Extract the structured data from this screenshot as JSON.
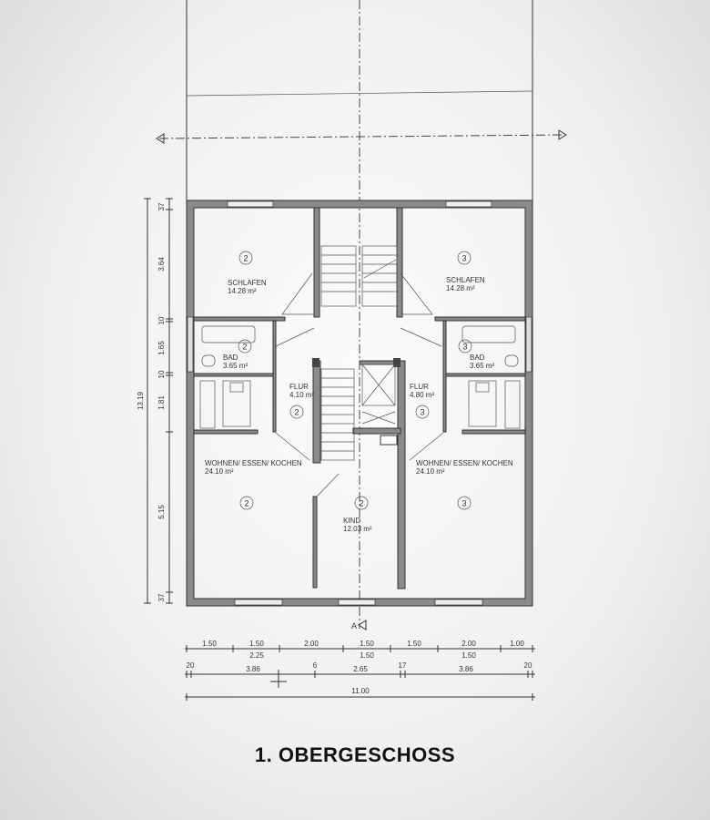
{
  "title": "1. OBERGESCHOSS",
  "section_marker": "A",
  "rooms": {
    "left_bedroom": {
      "unit": "2",
      "name": "SCHLAFEN",
      "area": "14.28 m²"
    },
    "right_bedroom": {
      "unit": "3",
      "name": "SCHLAFEN",
      "area": "14.28 m²"
    },
    "left_bath": {
      "unit": "2",
      "name": "BAD",
      "area": "3.65 m²"
    },
    "right_bath": {
      "unit": "3",
      "name": "BAD",
      "area": "3.65 m²"
    },
    "left_hall": {
      "unit": "2",
      "name": "FLUR",
      "area": "4.10 m²"
    },
    "right_hall": {
      "unit": "3",
      "name": "FLUR",
      "area": "4.80 m²"
    },
    "left_living": {
      "unit": "2",
      "name": "WOHNEN/ ESSEN/ KOCHEN",
      "area": "24.10 m²"
    },
    "right_living": {
      "unit": "3",
      "name": "WOHNEN/ ESSEN/ KOCHEN",
      "area": "24.10 m²"
    },
    "child": {
      "unit": "2",
      "name": "KIND",
      "area": "12.03 m²"
    }
  },
  "dimensions": {
    "bottom_row1": [
      "1.50",
      "1.50",
      "2.00",
      "1.50",
      "1.50",
      "2.00",
      "1.00"
    ],
    "bottom_row1_sub": [
      "2.25",
      "1.50",
      "1.50"
    ],
    "bottom_row2": [
      "20",
      "3.86",
      "6",
      "2.65",
      "17",
      "3.86",
      "20"
    ],
    "bottom_total": "11.00",
    "left_inner": [
      "37",
      "3.64",
      "10",
      "1.65",
      "10",
      "1.81",
      "5.15",
      "37"
    ],
    "left_total": "13.19"
  }
}
